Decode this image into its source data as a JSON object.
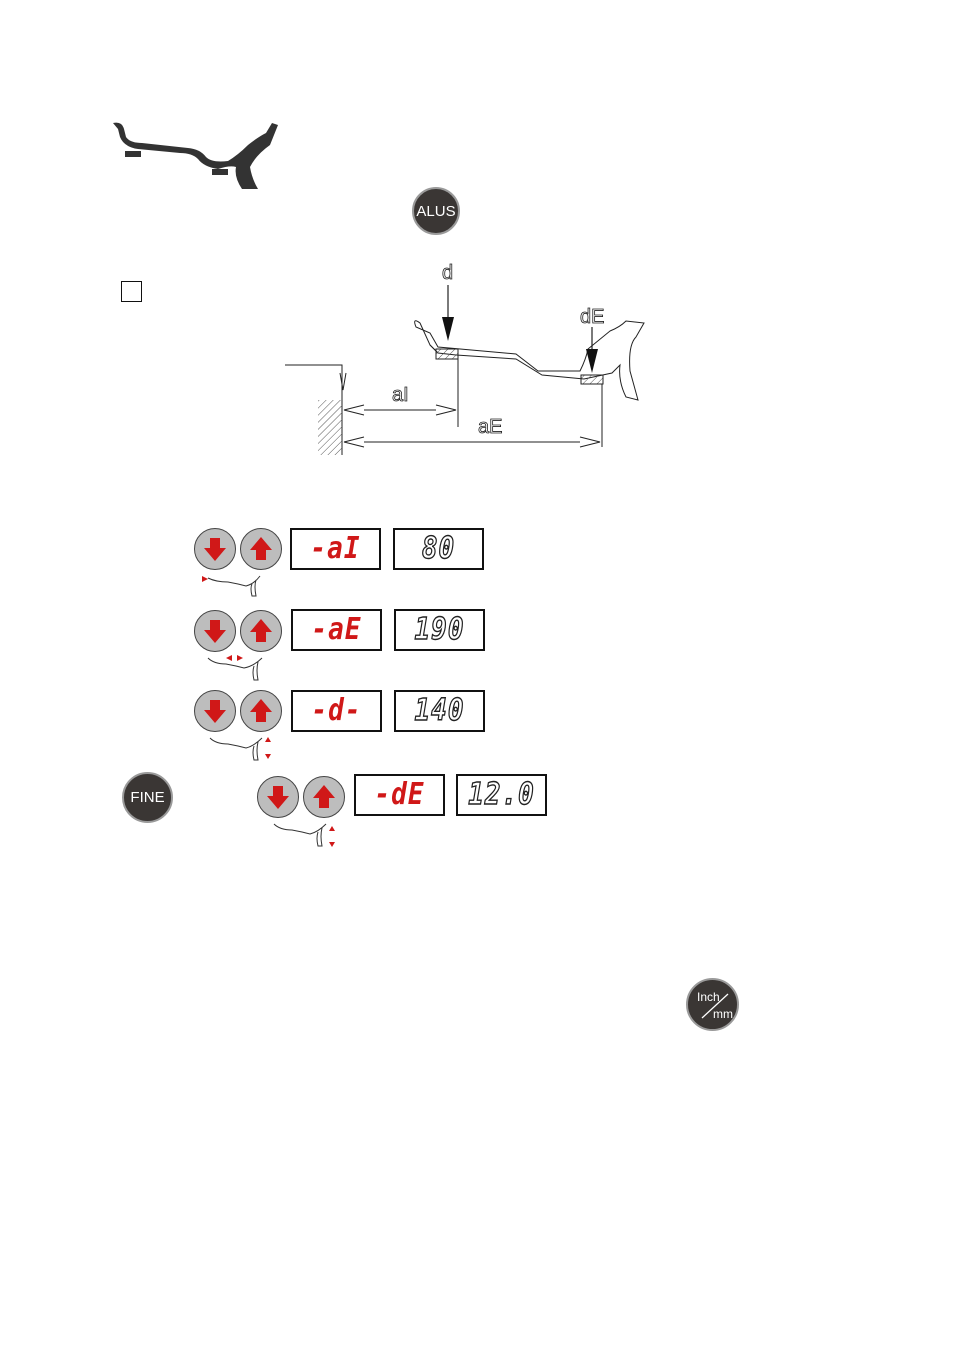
{
  "buttons": {
    "alus": "ALUS",
    "fine": "FINE",
    "inch": "Inch",
    "mm": "mm"
  },
  "diagram": {
    "labels": {
      "d": "d",
      "dE": "dE",
      "aI": "aI",
      "aE": "aE"
    }
  },
  "rows": [
    {
      "code": "-aI",
      "value": "80"
    },
    {
      "code": "-aE",
      "value": "190"
    },
    {
      "code": "-d-",
      "value": "140"
    },
    {
      "code": "-dE",
      "value": "12.0"
    }
  ],
  "colors": {
    "button_dark": "#3a3634",
    "arrow_red": "#d01818",
    "display_red": "#d01818",
    "arrow_btn_bg": "#bdbdbd"
  },
  "icons": [
    "rim-profile-icon",
    "arrow-down-icon",
    "arrow-up-icon",
    "rim-measure-hint-icon"
  ]
}
